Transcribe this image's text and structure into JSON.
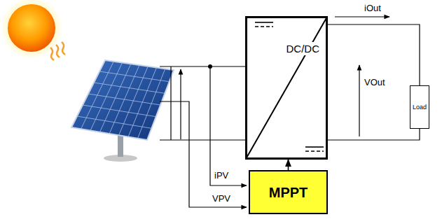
{
  "diagram": {
    "nodes": [
      {
        "text": [
          "DC/DC"
        ]
      },
      {
        "text": [
          "Load"
        ]
      },
      {
        "text": [
          "MPPT"
        ]
      }
    ],
    "edges": [
      {
        "from": 2,
        "to": 0,
        "arrow": "to"
      },
      {
        "from": 0,
        "to": 1,
        "arrow": "none"
      },
      {
        "from": 0,
        "to": 1,
        "arrow": "none"
      }
    ],
    "labels": [
      "iOut",
      "VOut",
      "iPV",
      "VPV"
    ]
  }
}
